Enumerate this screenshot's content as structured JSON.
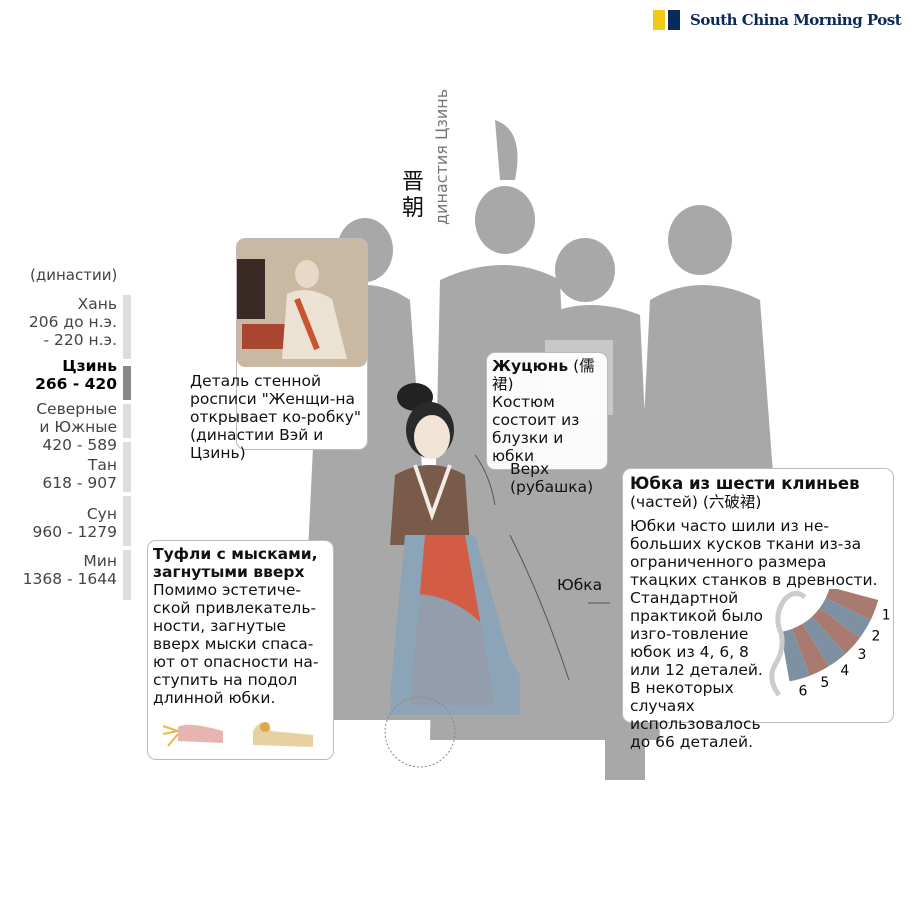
{
  "logo": {
    "text": "South China Morning Post",
    "colors": [
      "#f2c811",
      "#0a2a5c"
    ]
  },
  "title": {
    "chinese": "晋朝",
    "russian": "династия Цзинь"
  },
  "timeline": {
    "header": "(династии)",
    "items": [
      {
        "name": "Хань",
        "years_line1": "206 до н.э.",
        "years_line2": "- 220 н.э.",
        "active": false
      },
      {
        "name": "Цзинь",
        "years": "266 - 420",
        "active": true
      },
      {
        "name_line1": "Северные",
        "name_line2": "и Южные",
        "years": "420 - 589",
        "active": false
      },
      {
        "name": "Тан",
        "years": "618 - 907",
        "active": false
      },
      {
        "name": "Сун",
        "years": "960 - 1279",
        "active": false
      },
      {
        "name": "Мин",
        "years": "1368 - 1644",
        "active": false
      }
    ]
  },
  "painting": {
    "caption": "Деталь стенной росписи \"Женщи-на открывает ко-робку\" (династии Вэй и Цзинь)"
  },
  "zhuqun": {
    "title": "Жуцюнь",
    "chinese": "(儒裙)",
    "text": "Костюм состоит из блузки и юбки"
  },
  "labels": {
    "top": "Верх (рубашка)",
    "skirt": "Юбка"
  },
  "shoes": {
    "title": "Туфли с мысками, загнутыми вверх",
    "text": "Помимо эстетиче-ской привлекатель-ности, загнутые вверх мыски спаса-ют от опасности на-ступить на подол длинной юбки."
  },
  "six_panel": {
    "title": "Юбка из шести клиньев",
    "subtitle": "(частей) (六破裙)",
    "text": "Юбки часто шили из не-больших кусков ткани из-за ограниченного размера ткацких станков в древности. Стандартной практикой было изго-товление юбок из 4, 6, 8 или 12 деталей. В некоторых случаях использовалось до 66 деталей.",
    "panels": [
      "1",
      "2",
      "3",
      "4",
      "5",
      "6"
    ],
    "colors": [
      "#a97a6f",
      "#7e91a3"
    ]
  }
}
